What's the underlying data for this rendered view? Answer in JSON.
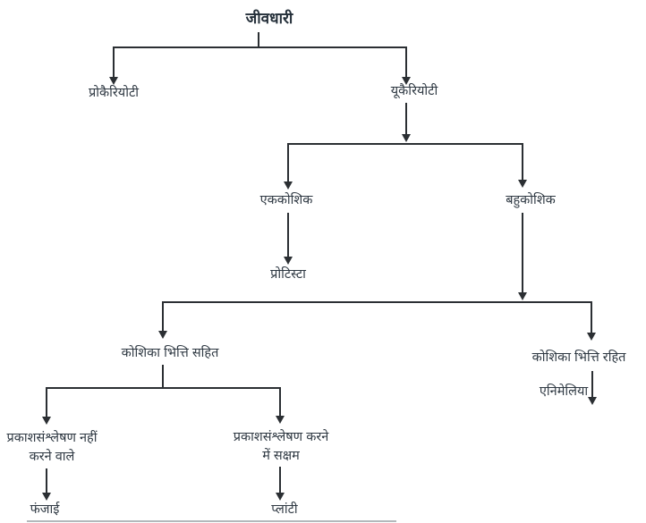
{
  "diagram": {
    "title": "जीवधारी",
    "nodes": {
      "prokaryoti": "प्रोकैरियोटी",
      "eukaryoti": "यूकैरियोटी",
      "unicellular": "एककोशिक",
      "multicellular": "बहुकोशिक",
      "protista": "प्रोटिस्टा",
      "cell_wall_with": "कोशिका भित्ति सहित",
      "cell_wall_without": "कोशिका भित्ति रहित",
      "animalia": "एनिमेलिया",
      "non_photosynthetic_line1": "प्रकाशसंश्लेषण नहीं",
      "non_photosynthetic_line2": "करने वाले",
      "photosynthetic_line1": "प्रकाशसंश्लेषण करने",
      "photosynthetic_line2": "में सक्षम",
      "fungi": "फंजाई",
      "plantae": "प्लांटी"
    },
    "tree": {
      "label": "जीवधारी",
      "children": [
        {
          "label": "प्रोकैरियोटी"
        },
        {
          "label": "यूकैरियोटी",
          "children": [
            {
              "label": "एककोशिक",
              "children": [
                {
                  "label": "प्रोटिस्टा"
                }
              ]
            },
            {
              "label": "बहुकोशिक",
              "children": [
                {
                  "label": "कोशिका भित्ति सहित",
                  "children": [
                    {
                      "label": "प्रकाशसंश्लेषण नहीं करने वाले",
                      "children": [
                        {
                          "label": "फंजाई"
                        }
                      ]
                    },
                    {
                      "label": "प्रकाशसंश्लेषण करने में सक्षम",
                      "children": [
                        {
                          "label": "प्लांटी"
                        }
                      ]
                    }
                  ]
                },
                {
                  "label": "कोशिका भित्ति रहित",
                  "children": [
                    {
                      "label": "एनिमेलिया"
                    }
                  ]
                }
              ]
            }
          ]
        }
      ]
    },
    "colors": {
      "line": "#2b2f33",
      "text": "#2e3842",
      "background": "#ffffff",
      "faint_bottom_line": "#9aa0a4"
    }
  }
}
